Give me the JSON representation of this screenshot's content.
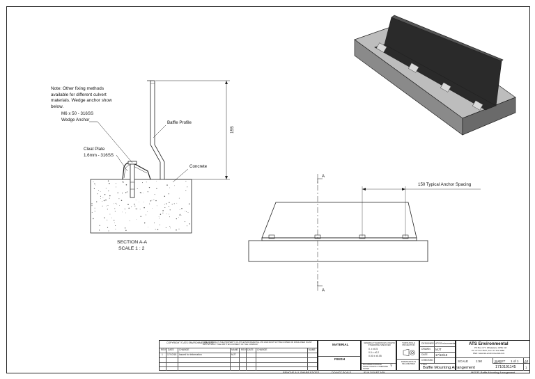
{
  "note_lines": [
    "Note: Other fixing methods",
    "available for different culvert",
    "materials. Wedge anchor show",
    "below."
  ],
  "labels": {
    "anchor_line1": "M6 x 50 - 316SS",
    "anchor_line2": "Wedge Anchor",
    "baffle_profile": "Baffle Profile",
    "cleat_line1": "Cleat Plate",
    "cleat_line2": "1.6mm - 316SS",
    "concrete": "Concrete",
    "dim_155": "155",
    "section_title": "SECTION A-A",
    "section_scale": "SCALE 1 : 2",
    "section_marker_top": "A",
    "section_marker_bottom": "A",
    "anchor_spacing": "150 Typical Anchor Spacing"
  },
  "title_block": {
    "copyright": "COPYRIGHT © ATS ENVIRONMENTAL LTD",
    "copyright_notice": "THIS DRAWING IS THE PROPERTY OF ATS ENVIRONMENTAL LTD AND MUST NOT BE COPIED OR DISCLOSED IN ANY WAY WITHOUT THE WRITTEN CONSENT OF THE COMPANY",
    "rev_headers": [
      "REV",
      "DATE",
      "CHANGE",
      "NAME",
      "REV",
      "DATE",
      "CHANGE",
      "NAME"
    ],
    "rev_row": {
      "rev": "1",
      "date": "17/10/18",
      "change": "Issued for information",
      "name": "MJT"
    },
    "material_label": "MATERIAL",
    "finish_label": "FINISH",
    "tolerances_title": "GENERAL TOLERANCES UNLESS OTHERWISE SPECIFIED",
    "tolerance_lines": [
      "0.    ± ±0.5",
      "0.0   ± ±0.2",
      "0.00  ± ±0.05"
    ],
    "surface_note": "MACHINED SURFACE FINISH UNLESS OTHERWISE NOTED",
    "third_angle": "THIRD ANGLE PROJECTION",
    "dimensions_note": "DIMENSIONS IN MILLIMETRES",
    "designer_label": "DESIGNER",
    "designer_value": "ATS Environmental",
    "drawn_label": "DRAWN",
    "drawn_value": "MJT",
    "date_label": "DATE",
    "date_value": "17/10/18",
    "checked_label": "CHECKED",
    "company_name": "ATS Environmental",
    "company_address": "PO Box 177, Whakatane 3158, NZ",
    "company_phone": "Ph: 07 312 4647, Fax: 07 312 4880",
    "company_web": "Web: www.ats-environmental.com",
    "title_label": "TITLE",
    "drawing_title": "Baffle Mounting Arrangement",
    "scale_label": "SCALE",
    "scale_value": "1:50",
    "sheet_label": "SHEET",
    "sheet_value": "1 of 1",
    "size_value": "A3",
    "dwg_no_label": "DWG. No.",
    "dwg_no": "1710191145",
    "rev_label": "REV",
    "rev_value": "1",
    "model_label": "MODEL:",
    "model_value": "Baffle Mounting Arrangement"
  },
  "footer": {
    "remove_edges": "REMOVE ALL SHARP EDGES",
    "dash1": "-",
    "do_not_scale": "DO NOT SCALE",
    "dash2": "-",
    "if_in_doubt": "IF IN DOUBT ASK"
  },
  "colors": {
    "line": "#222222",
    "baffle_dark": "#2a2a2a",
    "base_top": "#bdbdbd",
    "base_side": "#8a8a8a",
    "concrete_speckle": "#555555"
  }
}
